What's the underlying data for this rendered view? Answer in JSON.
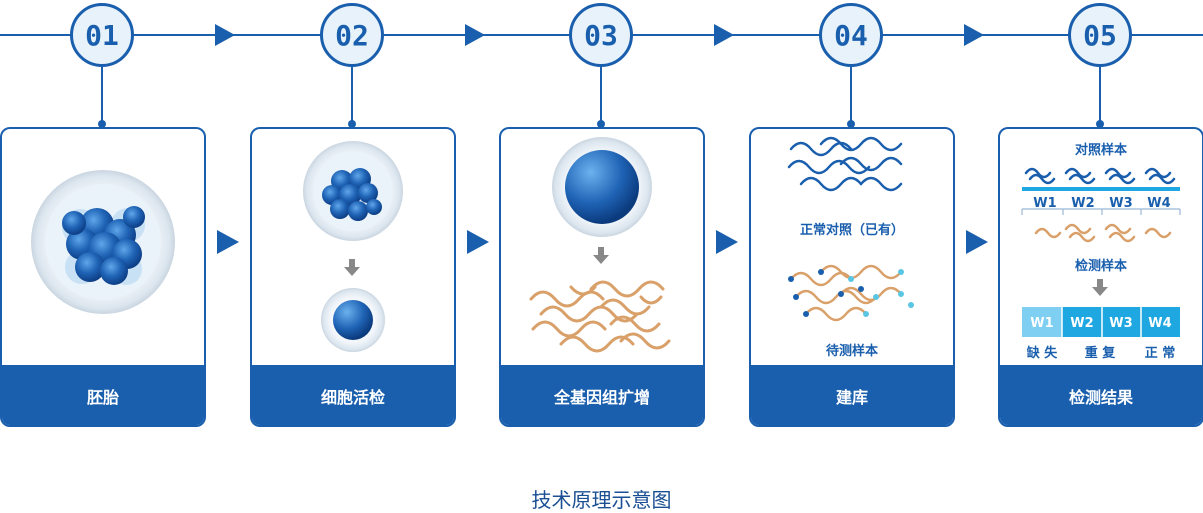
{
  "steps": [
    {
      "number": "01",
      "label": "胚胎"
    },
    {
      "number": "02",
      "label": "细胞活检"
    },
    {
      "number": "03",
      "label": "全基因组扩增"
    },
    {
      "number": "04",
      "label": "建库"
    },
    {
      "number": "05",
      "label": "检测结果"
    }
  ],
  "step4": {
    "normal_label": "正常对照（已有）",
    "test_label": "待测样本"
  },
  "step5": {
    "control_title": "对照样本",
    "windows": [
      "W1",
      "W2",
      "W3",
      "W4"
    ],
    "test_title": "检测样本",
    "results": [
      "缺 失",
      "重 复",
      "正 常"
    ]
  },
  "caption": "技术原理示意图",
  "colors": {
    "primary": "#1a5fae",
    "light": "#e7f2fb",
    "dna_orange": "#d9a06a",
    "cell_blue": "#1f63b5",
    "bar_cyan": "#1ea7e1",
    "bar_light": "#7ecff2"
  }
}
